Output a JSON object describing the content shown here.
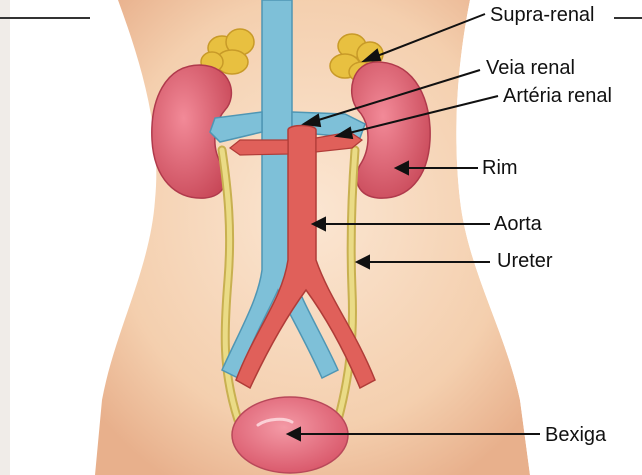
{
  "labels": {
    "supra_renal": "Supra-renal",
    "veia_renal": "Veia renal",
    "arteria_renal": "Artéria renal",
    "rim": "Rim",
    "aorta": "Aorta",
    "ureter": "Ureter",
    "bexiga": "Bexiga"
  },
  "colors": {
    "skin": "#f6d2b4",
    "kidney": "#d25a6a",
    "adrenal": "#e8c040",
    "vein": "#7ec0d8",
    "artery": "#e0605a",
    "ureter": "#e0d070",
    "bladder": "#e06878"
  }
}
